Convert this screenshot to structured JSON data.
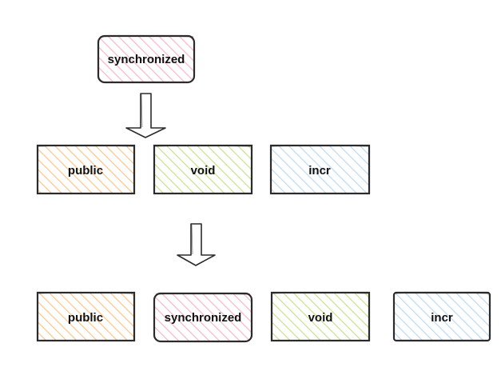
{
  "colors": {
    "stroke": "#2b2b2b",
    "pink": "#f6b7c4",
    "orange": "#fbc58c",
    "green": "#c4e38d",
    "blue": "#bcdaf2"
  },
  "top": {
    "modifier": {
      "label": "synchronized",
      "fill": "pink"
    }
  },
  "row1": [
    {
      "label": "public",
      "fill": "orange"
    },
    {
      "label": "void",
      "fill": "green"
    },
    {
      "label": "incr",
      "fill": "blue"
    }
  ],
  "row2": [
    {
      "label": "public",
      "fill": "orange"
    },
    {
      "label": "synchronized",
      "fill": "pink"
    },
    {
      "label": "void",
      "fill": "green"
    },
    {
      "label": "incr",
      "fill": "blue"
    }
  ]
}
